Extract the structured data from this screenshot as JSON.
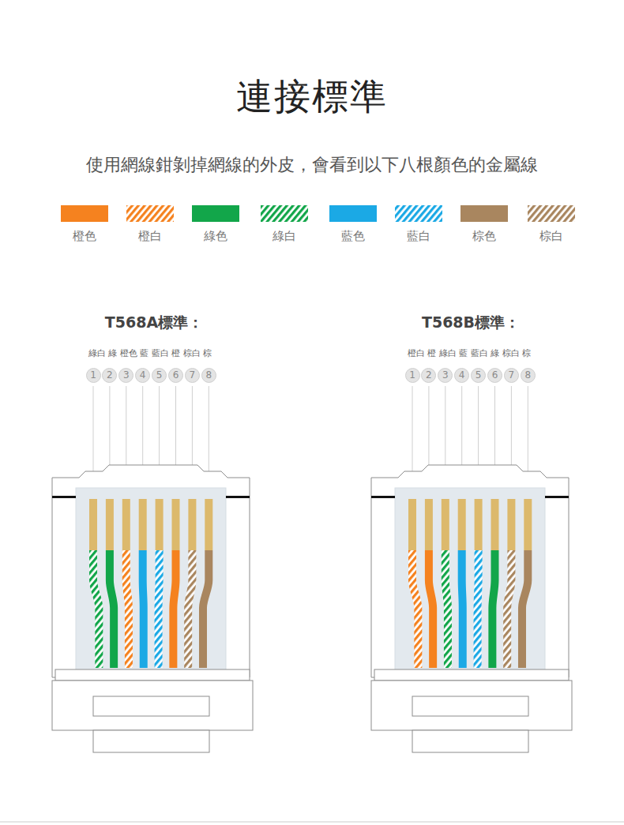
{
  "diagram": {
    "title": "連接標準",
    "nodes": [
      {
        "text": [
          "1"
        ]
      },
      {
        "text": [
          "2"
        ]
      },
      {
        "text": [
          "3"
        ]
      },
      {
        "text": [
          "4"
        ]
      },
      {
        "text": [
          "5"
        ]
      },
      {
        "text": [
          "6"
        ]
      },
      {
        "text": [
          "7"
        ]
      },
      {
        "text": [
          "8"
        ]
      },
      {
        "text": [
          "1"
        ]
      },
      {
        "text": [
          "2"
        ]
      },
      {
        "text": [
          "3"
        ]
      },
      {
        "text": [
          "4"
        ]
      },
      {
        "text": [
          "5"
        ]
      },
      {
        "text": [
          "6"
        ]
      },
      {
        "text": [
          "7"
        ]
      },
      {
        "text": [
          "8"
        ]
      }
    ],
    "labels": [
      "使用網線鉗剝掉網線的外皮，會看到以下八根顏色的金屬線",
      "T568A標準：",
      "綠白 綠 橙色 藍 藍白 橙 棕白 棕",
      "T568B標準：",
      "橙白 橙 綠白 藍 藍白 綠 棕白 棕"
    ],
    "legend": [
      {
        "text": "橙色",
        "color": "#f5821f"
      },
      {
        "text": "橙白"
      },
      {
        "text": "綠色",
        "color": "#12a64a"
      },
      {
        "text": "綠白"
      },
      {
        "text": "藍色",
        "color": "#1ba9e5"
      },
      {
        "text": "藍白"
      },
      {
        "text": "棕色",
        "color": "#a9865f"
      },
      {
        "text": "棕白"
      }
    ]
  }
}
